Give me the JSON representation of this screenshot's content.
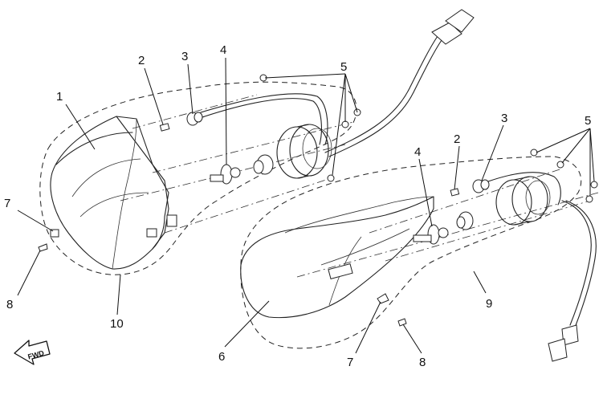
{
  "callouts": [
    {
      "id": "c1",
      "label": "1"
    },
    {
      "id": "c2a",
      "label": "2"
    },
    {
      "id": "c3a",
      "label": "3"
    },
    {
      "id": "c4a",
      "label": "4"
    },
    {
      "id": "c5a",
      "label": "5"
    },
    {
      "id": "c7a",
      "label": "7"
    },
    {
      "id": "c8a",
      "label": "8"
    },
    {
      "id": "c10",
      "label": "10"
    },
    {
      "id": "c4b",
      "label": "4"
    },
    {
      "id": "c2b",
      "label": "2"
    },
    {
      "id": "c3b",
      "label": "3"
    },
    {
      "id": "c5b",
      "label": "5"
    },
    {
      "id": "c9",
      "label": "9"
    },
    {
      "id": "c6",
      "label": "6"
    },
    {
      "id": "c7b",
      "label": "7"
    },
    {
      "id": "c8b",
      "label": "8"
    }
  ],
  "fwd_label": "FWD"
}
